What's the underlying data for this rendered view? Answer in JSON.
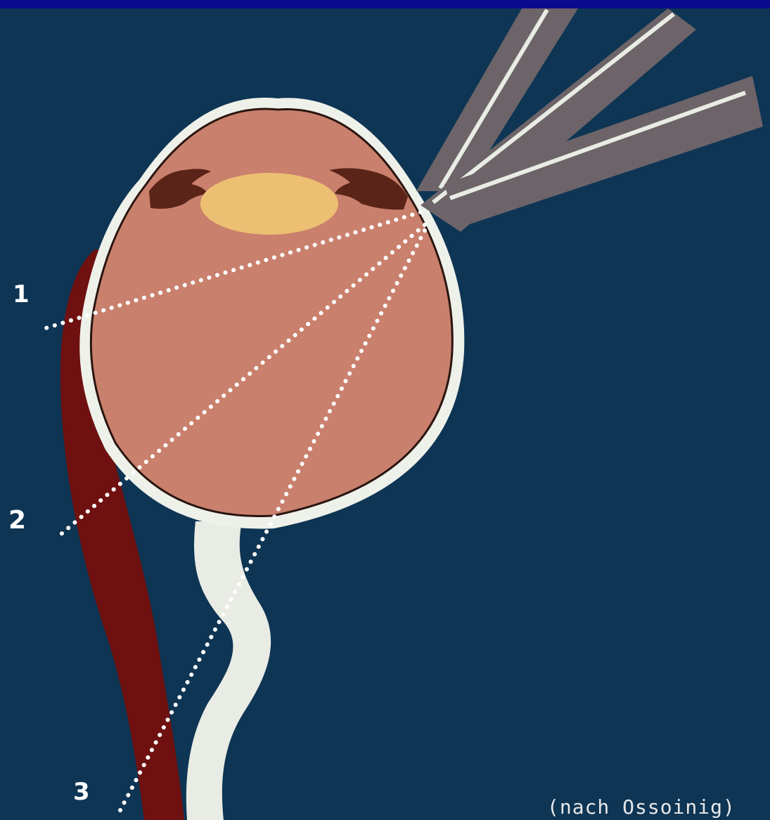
{
  "labels": {
    "ray_1": "1",
    "ray_2": "2",
    "ray_3": "3",
    "credit": "(nach Ossoinig)"
  },
  "colors": {
    "top_border": "#0a0a8c",
    "background": "#0e3554",
    "sclera": "#eef1ea",
    "eye_interior": "#c9806c",
    "lens": "#edbf73",
    "iris": "#5a2418",
    "muscle": "#6e1110",
    "optic_nerve": "#e9ece4",
    "probe": "#6c6468",
    "probe_stripe": "#e8ece4",
    "rays": "#ffffff"
  }
}
